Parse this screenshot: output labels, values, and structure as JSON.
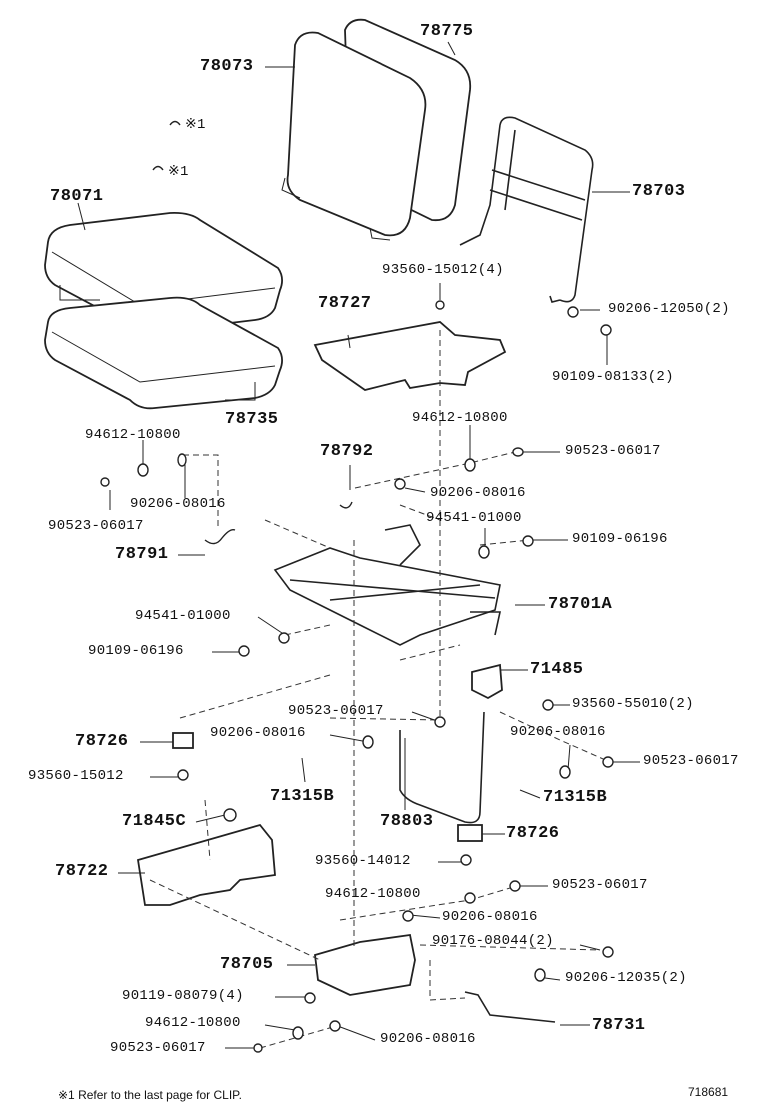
{
  "labels": {
    "p78775": "78775",
    "p78073": "78073",
    "p78703": "78703",
    "p78071": "78071",
    "p78735": "78735",
    "p78727": "78727",
    "p93560_15012_4": "93560-15012(4)",
    "p90206_12050_2": "90206-12050(2)",
    "p90109_08133_2": "90109-08133(2)",
    "p94612_10800_a": "94612-10800",
    "p94612_10800_b": "94612-10800",
    "p90523_06017_a": "90523-06017",
    "p90523_06017_b": "90523-06017",
    "p90206_08016_a": "90206-08016",
    "p90206_08016_b": "90206-08016",
    "p78792": "78792",
    "p78791": "78791",
    "p94541_01000_a": "94541-01000",
    "p90109_06196_a": "90109-06196",
    "p78701a": "78701A",
    "p94541_01000_b": "94541-01000",
    "p90109_06196_b": "90109-06196",
    "p71485": "71485",
    "p93560_55010_2": "93560-55010(2)",
    "p90523_06017_c": "90523-06017",
    "p90206_08016_c": "90206-08016",
    "p78726_a": "78726",
    "p90206_08016_d": "90206-08016",
    "p90523_06017_d": "90523-06017",
    "p93560_15012": "93560-15012",
    "p71315b_a": "71315B",
    "p71315b_b": "71315B",
    "p78803": "78803",
    "p71845c": "71845C",
    "p78726_b": "78726",
    "p78722": "78722",
    "p93560_14012": "93560-14012",
    "p94612_10800_c": "94612-10800",
    "p90523_06017_e": "90523-06017",
    "p90206_08016_e": "90206-08016",
    "p90176_08044_2": "90176-08044(2)",
    "p78705": "78705",
    "p90206_12035_2": "90206-12035(2)",
    "p90119_08079_4": "90119-08079(4)",
    "p94612_10800_d": "94612-10800",
    "p78731": "78731",
    "p90523_06017_f": "90523-06017",
    "p90206_08016_f": "90206-08016",
    "clip_a": "※1",
    "clip_b": "※1"
  },
  "footnote": "※1  Refer to the last page for CLIP.",
  "diagram_id": "718681"
}
